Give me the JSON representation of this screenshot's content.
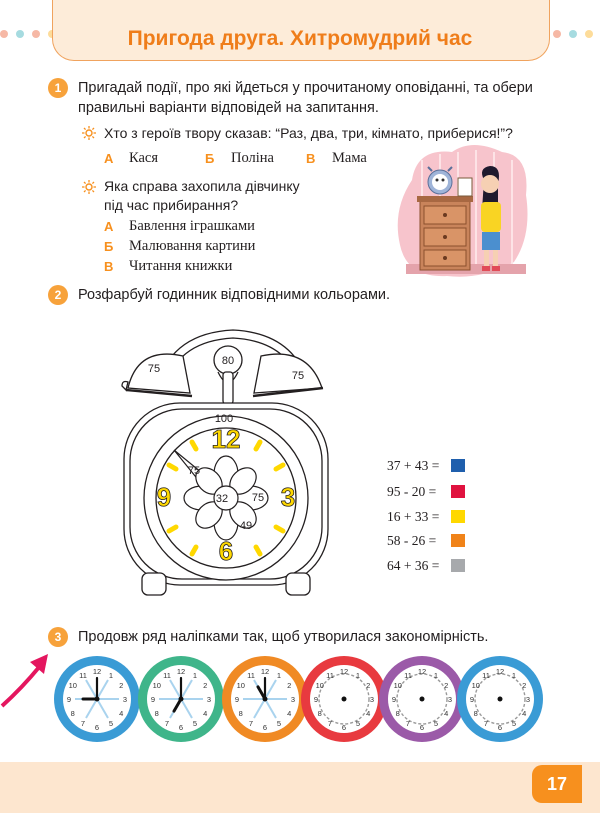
{
  "header": {
    "title": "Пригода друга. Хитромудрий час"
  },
  "task1": {
    "number": "1",
    "text_line1": "Пригадай події, про які йдеться у прочитаному оповіданні, та обери",
    "text_line2": "правильні варіанти відповідей на запитання.",
    "q1": {
      "text": "Хто з героїв твору сказав: “Раз, два, три, кімнато, приберися!”?",
      "options": [
        {
          "letter": "А",
          "text": "Кася"
        },
        {
          "letter": "Б",
          "text": "Поліна"
        },
        {
          "letter": "В",
          "text": "Мама"
        }
      ]
    },
    "q2": {
      "text_line1": "Яка справа захопила дівчинку",
      "text_line2": "під час прибирання?",
      "options": [
        {
          "letter": "А",
          "text": "Бавлення іграшками"
        },
        {
          "letter": "Б",
          "text": "Малювання картини"
        },
        {
          "letter": "В",
          "text": "Читання книжки"
        }
      ]
    }
  },
  "task2": {
    "number": "2",
    "text": "Розфарбуй годинник відповідними кольорами.",
    "clock_labels": {
      "top": "80",
      "left_bell": "75",
      "right_bell": "75",
      "face_top": "100",
      "hand_label": "75",
      "center": "32",
      "petal": "75",
      "bottom": "49"
    },
    "face_numbers": [
      "12",
      "3",
      "6",
      "9"
    ],
    "legend": [
      {
        "equation": "37 + 43 =",
        "color": "#1f5fad"
      },
      {
        "equation": "95 - 20 =",
        "color": "#e0123f"
      },
      {
        "equation": "16 + 33 =",
        "color": "#ffd800"
      },
      {
        "equation": "58 - 26 =",
        "color": "#f08319"
      },
      {
        "equation": "64 + 36 =",
        "color": "#a7a9ac"
      }
    ]
  },
  "task3": {
    "number": "3",
    "text": "Продовж ряд наліпками так, щоб утворилася закономірність.",
    "clocks": [
      {
        "rim": "#3a9bd5",
        "hour": 9
      },
      {
        "rim": "#3fb58a",
        "hour": 7
      },
      {
        "rim": "#f08a24",
        "hour": 11
      },
      {
        "rim": "#e83a3f",
        "hour": null
      },
      {
        "rim": "#9b5aa8",
        "hour": null
      },
      {
        "rim": "#3a9bd5",
        "hour": null
      }
    ],
    "dial_numbers": [
      "12",
      "1",
      "2",
      "3",
      "4",
      "5",
      "6",
      "7",
      "8",
      "9",
      "10",
      "11"
    ]
  },
  "footer": {
    "page_number": "17"
  },
  "colors": {
    "accent": "#f7901e",
    "title": "#ef7d1a"
  }
}
